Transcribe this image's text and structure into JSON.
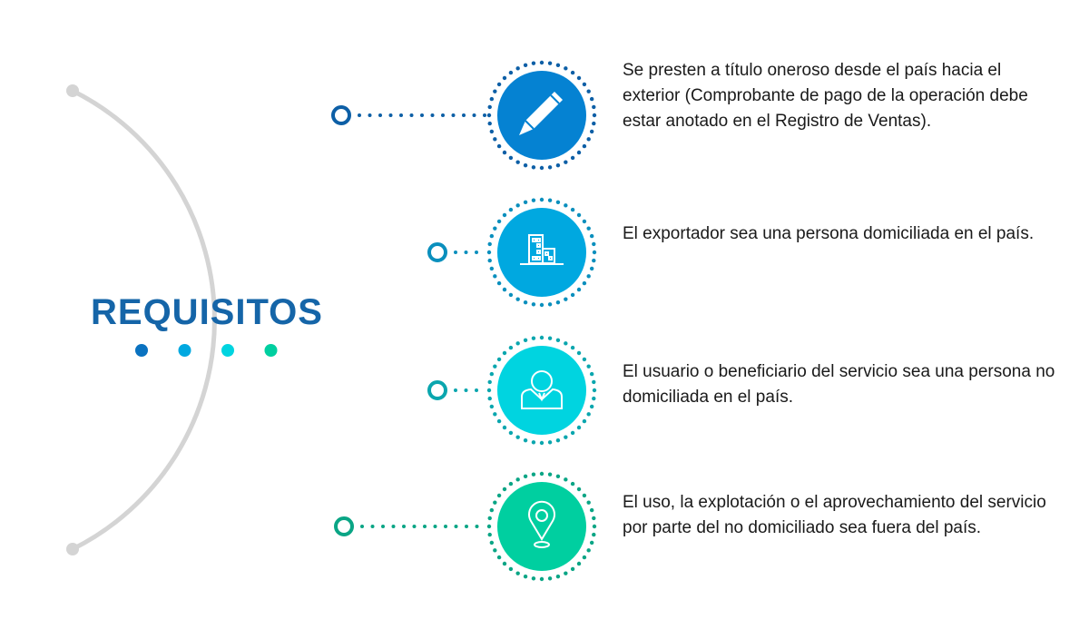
{
  "title": "REQUISITOS",
  "colors": {
    "arc": "#d4d4d4",
    "title": "#1565a8"
  },
  "title_dots": [
    "#0a72c0",
    "#00a8e0",
    "#00d4e0",
    "#00cfa0"
  ],
  "requirements": [
    {
      "icon": "pencil-icon",
      "fill": "#0582d2",
      "accent": "#0d5fa6",
      "text": "Se presten a título oneroso desde el país hacia el exterior (Comprobante de pago de la operación debe estar anotado en el Registro de Ventas)."
    },
    {
      "icon": "building-icon",
      "fill": "#00a8e0",
      "accent": "#0a8fbd",
      "text": "El exportador sea una persona domiciliada en el país."
    },
    {
      "icon": "person-icon",
      "fill": "#00d4e0",
      "accent": "#0aa6ae",
      "text": "El usuario o beneficiario del servicio sea una persona no domiciliada en el país."
    },
    {
      "icon": "location-pin-icon",
      "fill": "#00cfa0",
      "accent": "#0aa585",
      "text": "El uso, la explotación o el aprovechamiento del servicio por parte del no domiciliado sea fuera del país."
    }
  ]
}
